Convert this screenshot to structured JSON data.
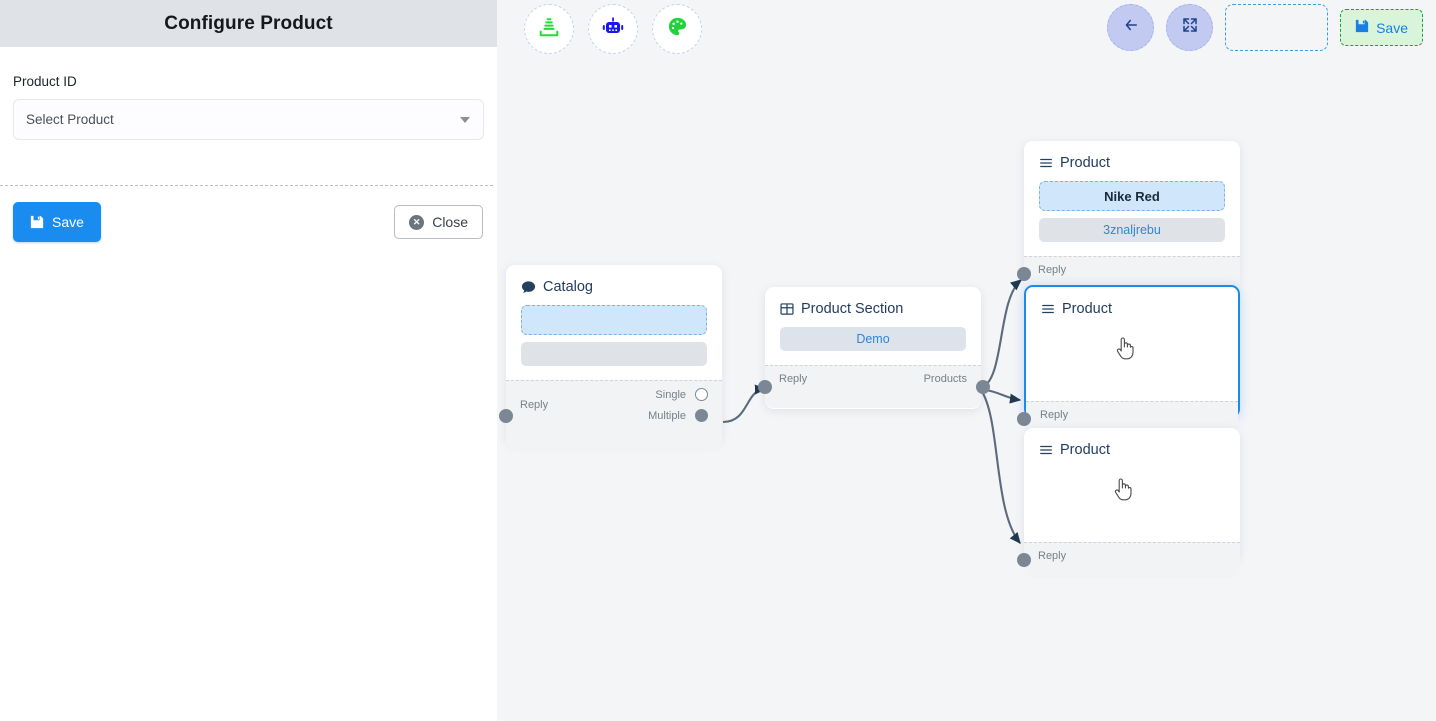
{
  "panel": {
    "title": "Configure Product",
    "field_label": "Product ID",
    "select": {
      "value": "Select Product",
      "caret_icon": "chevron-down-icon"
    },
    "save_label": "Save",
    "close_label": "Close"
  },
  "toolbar": {
    "left_tools": [
      {
        "name": "stack-icon",
        "color": "#22dd33"
      },
      {
        "name": "robot-icon",
        "color": "#1a16ee"
      },
      {
        "name": "palette-icon",
        "color": "#23d13a"
      }
    ],
    "back_icon": "arrow-left-icon",
    "fit_icon": "fit-screen-icon",
    "placeholder_slot": "",
    "save_label": "Save",
    "save_icon": "floppy-disk-icon"
  },
  "colors": {
    "accent_blue": "#1a8cf0",
    "panel_header": "#dfe2e6",
    "canvas_bg": "#f4f5f7",
    "port_gray": "#7b8794",
    "save_green_bg": "#d8f5dc",
    "save_green_border": "#1f9d3a",
    "node_title": "#1f3a5f"
  },
  "nodes": {
    "catalog": {
      "title": "Catalog",
      "icon": "chat-bubble-icon",
      "placeholder_text": "",
      "secondary_text": "",
      "reply_label": "Reply",
      "single_label": "Single",
      "multiple_label": "Multiple"
    },
    "product_section": {
      "title": "Product Section",
      "icon": "table-grid-icon",
      "pill_label": "Demo",
      "reply_label": "Reply",
      "products_label": "Products"
    },
    "product_top": {
      "title": "Product",
      "icon": "list-lines-icon",
      "name_label": "Nike Red",
      "sub_label": "3znaljrebu",
      "reply_label": "Reply"
    },
    "product_mid": {
      "title": "Product",
      "icon": "list-lines-icon",
      "body_icon": "pointer-hand-icon",
      "reply_label": "Reply",
      "selected": true
    },
    "product_bottom": {
      "title": "Product",
      "icon": "list-lines-icon",
      "body_icon": "pointer-hand-icon",
      "reply_label": "Reply",
      "selected": false
    }
  }
}
